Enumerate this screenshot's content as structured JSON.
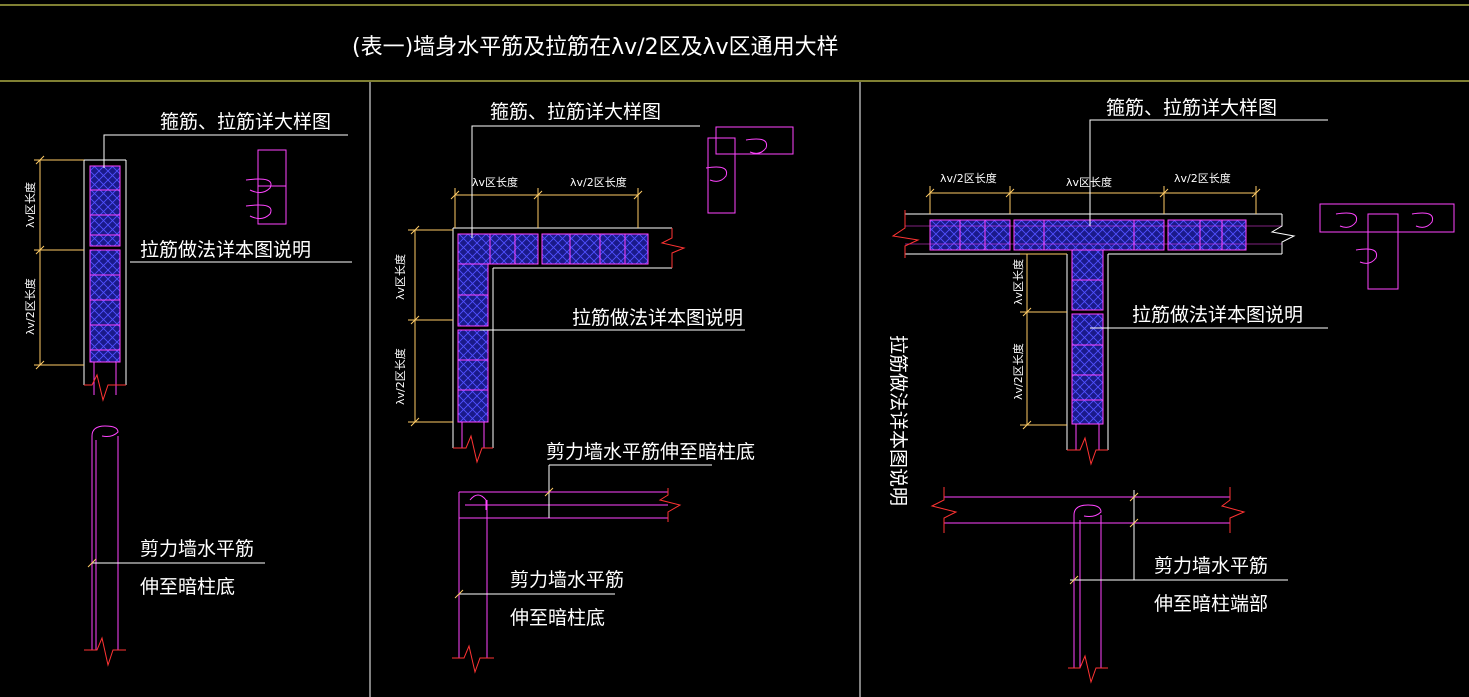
{
  "title": "(表一)墙身水平筋及拉筋在λv/2区及λv区通用大样",
  "panel_left": {
    "detail_title": "箍筋、拉筋详大样图",
    "tie_note": "拉筋做法详本图说明",
    "dim_top": "λv区长度",
    "dim_bottom": "λv/2区长度",
    "bar_note_1": "剪力墙水平筋",
    "bar_note_2": "伸至暗柱底"
  },
  "panel_middle": {
    "detail_title": "箍筋、拉筋详大样图",
    "tie_note": "拉筋做法详本图说明",
    "dim_h1": "λv区长度",
    "dim_h2": "λv/2区长度",
    "dim_v1": "λv区长度",
    "dim_v2": "λv/2区长度",
    "bar_note_top": "剪力墙水平筋伸至暗柱底",
    "bar_note_1": "剪力墙水平筋",
    "bar_note_2": "伸至暗柱底"
  },
  "panel_right": {
    "detail_title": "箍筋、拉筋详大样图",
    "tie_note": "拉筋做法详本图说明",
    "tie_note_vertical": "拉筋做法详本图说明",
    "dim_h1": "λv/2区长度",
    "dim_h2": "λv区长度",
    "dim_h3": "λv/2区长度",
    "dim_v1": "λv区长度",
    "dim_v2": "λv/2区长度",
    "bar_note_1": "剪力墙水平筋",
    "bar_note_2": "伸至暗柱端部"
  },
  "colors": {
    "background": "#000000",
    "border": "#ffff66",
    "rebar": "#ff44ff",
    "wall": "#ffffff",
    "hatch": "#3333ff",
    "dim": "#ffcc66",
    "leader": "#ffffff",
    "break": "#ff3333"
  }
}
